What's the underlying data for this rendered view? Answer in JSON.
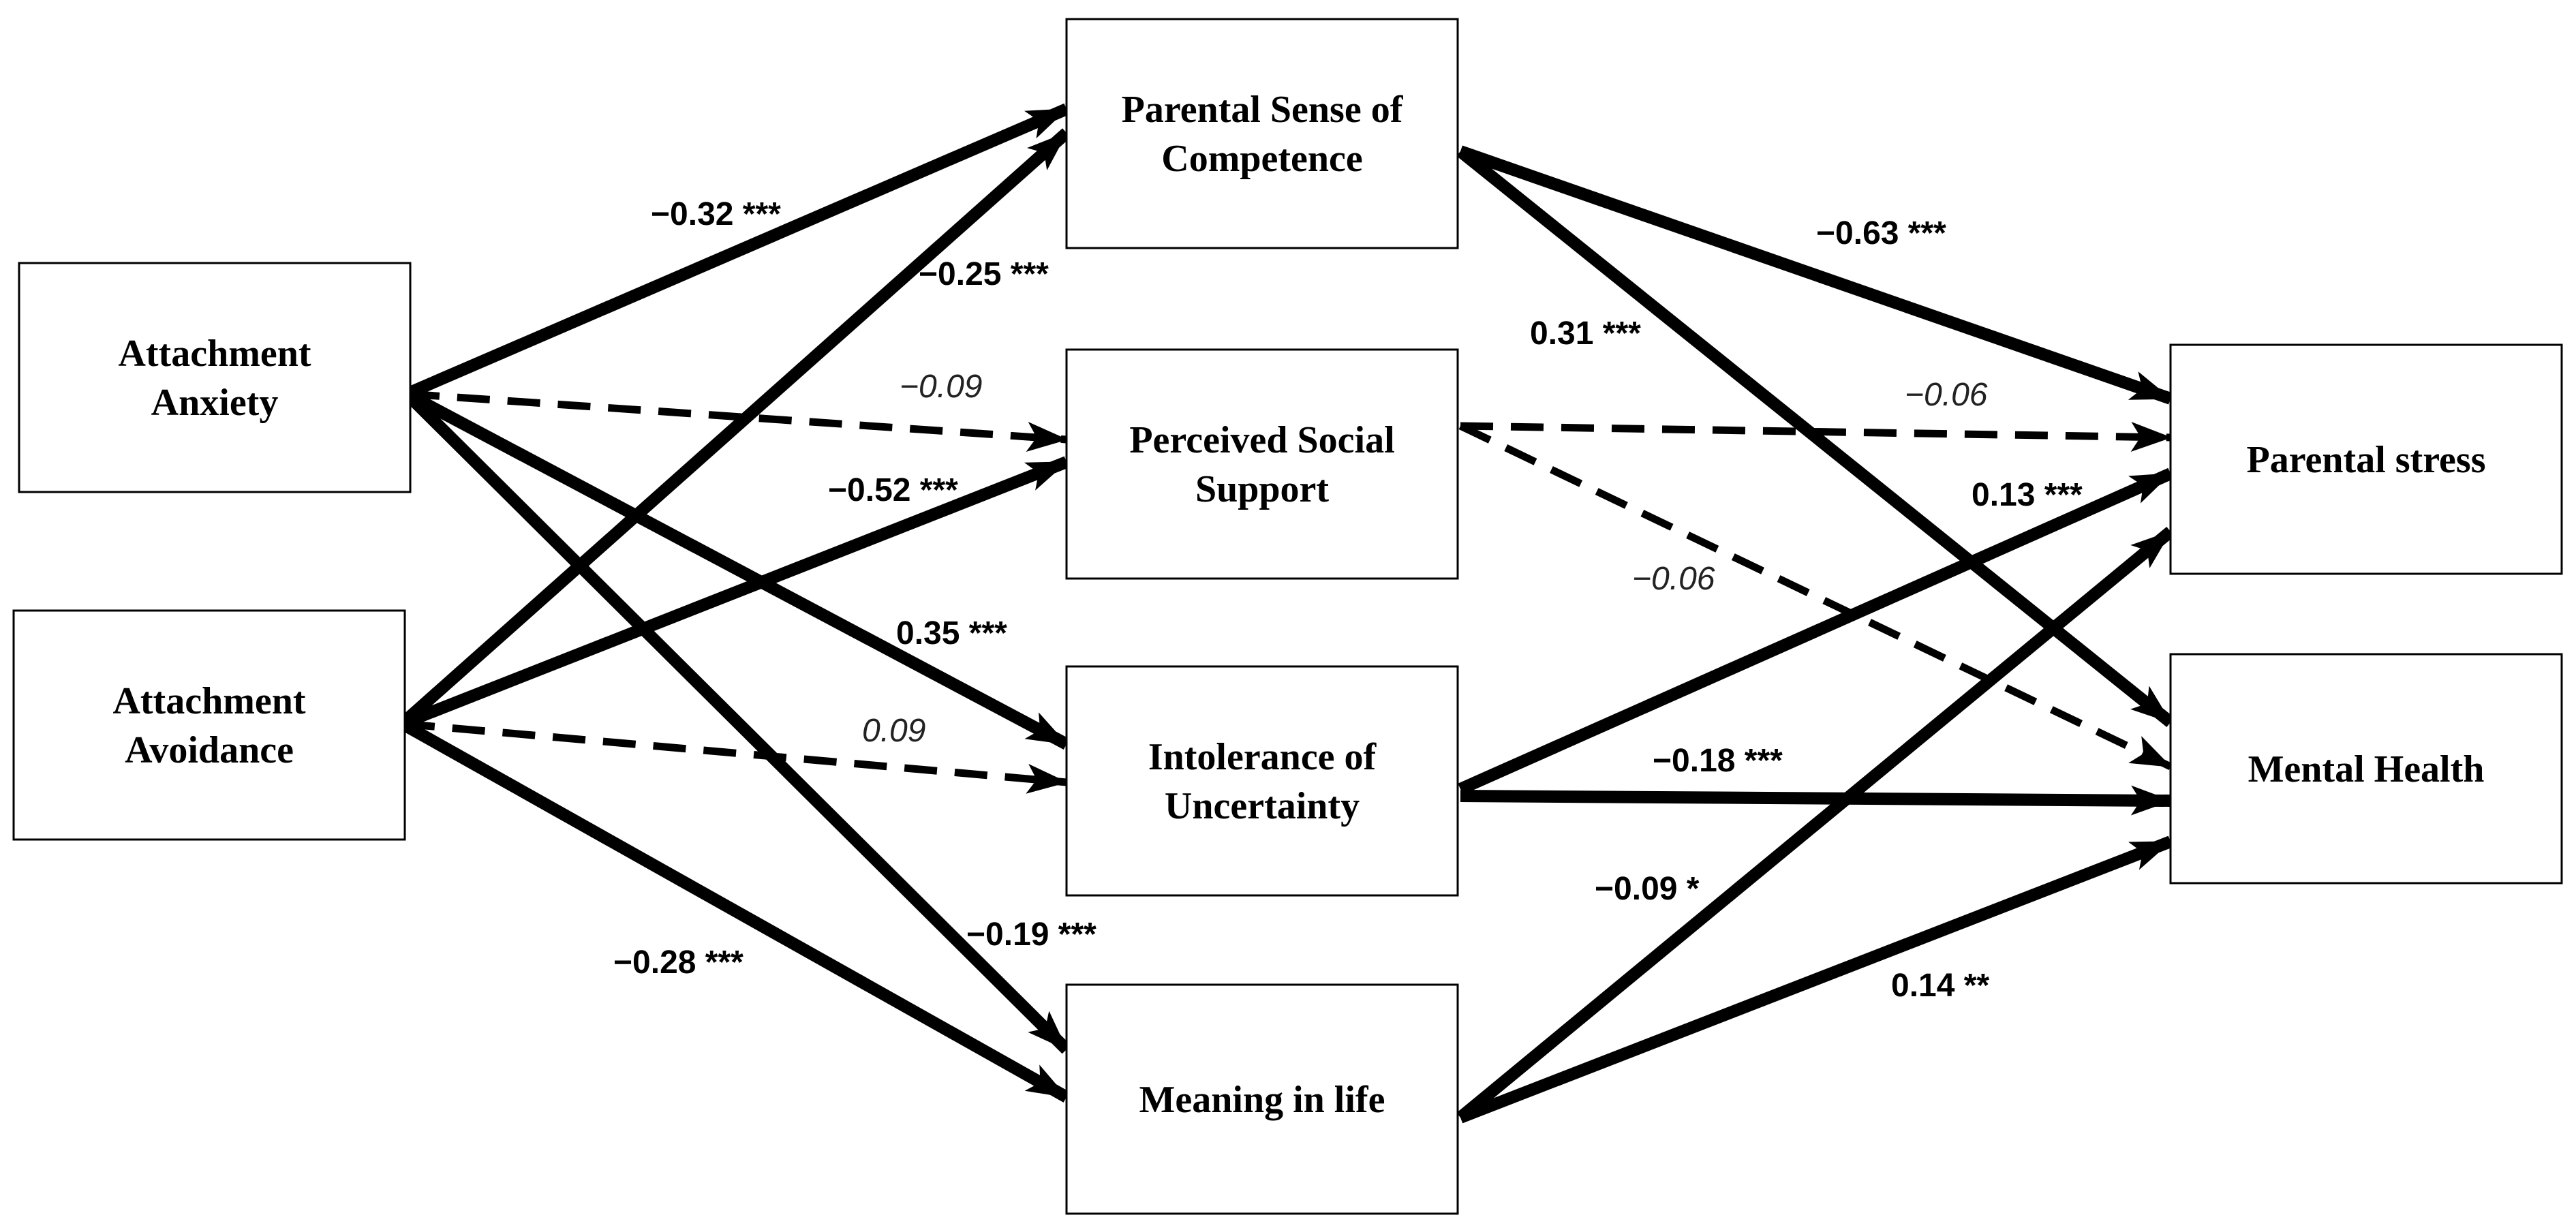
{
  "nodes": {
    "attachment_anxiety": [
      "Attachment",
      "Anxiety"
    ],
    "attachment_avoidance": [
      "Attachment",
      "Avoidance"
    ],
    "parental_competence": [
      "Parental Sense of",
      "Competence"
    ],
    "social_support": [
      "Perceived Social",
      "Support"
    ],
    "intolerance_uncertainty": [
      "Intolerance of",
      "Uncertainty"
    ],
    "meaning_in_life": [
      "Meaning in life"
    ],
    "parental_stress": [
      "Parental stress"
    ],
    "mental_health": [
      "Mental Health"
    ]
  },
  "paths": [
    {
      "from": "attachment_anxiety",
      "to": "parental_competence",
      "coef": "−0.32 ***",
      "significant": true
    },
    {
      "from": "attachment_anxiety",
      "to": "social_support",
      "coef": "−0.09",
      "significant": false
    },
    {
      "from": "attachment_anxiety",
      "to": "intolerance_uncertainty",
      "coef": "0.35 ***",
      "significant": true
    },
    {
      "from": "attachment_anxiety",
      "to": "meaning_in_life",
      "coef": "−0.19 ***",
      "significant": true
    },
    {
      "from": "attachment_avoidance",
      "to": "parental_competence",
      "coef": "−0.25 ***",
      "significant": true
    },
    {
      "from": "attachment_avoidance",
      "to": "social_support",
      "coef": "−0.52 ***",
      "significant": true
    },
    {
      "from": "attachment_avoidance",
      "to": "intolerance_uncertainty",
      "coef": "0.09",
      "significant": false
    },
    {
      "from": "attachment_avoidance",
      "to": "meaning_in_life",
      "coef": "−0.28 ***",
      "significant": true
    },
    {
      "from": "parental_competence",
      "to": "parental_stress",
      "coef": "−0.63 ***",
      "significant": true
    },
    {
      "from": "parental_competence",
      "to": "mental_health",
      "coef": "0.31 ***",
      "significant": true
    },
    {
      "from": "social_support",
      "to": "parental_stress",
      "coef": "−0.06",
      "significant": false
    },
    {
      "from": "social_support",
      "to": "mental_health",
      "coef": "−0.06",
      "significant": false
    },
    {
      "from": "intolerance_uncertainty",
      "to": "parental_stress",
      "coef": "0.13 ***",
      "significant": true
    },
    {
      "from": "intolerance_uncertainty",
      "to": "mental_health",
      "coef": "−0.18 ***",
      "significant": true
    },
    {
      "from": "meaning_in_life",
      "to": "parental_stress",
      "coef": "−0.09 *",
      "significant": true
    },
    {
      "from": "meaning_in_life",
      "to": "mental_health",
      "coef": "0.14 **",
      "significant": true
    }
  ]
}
